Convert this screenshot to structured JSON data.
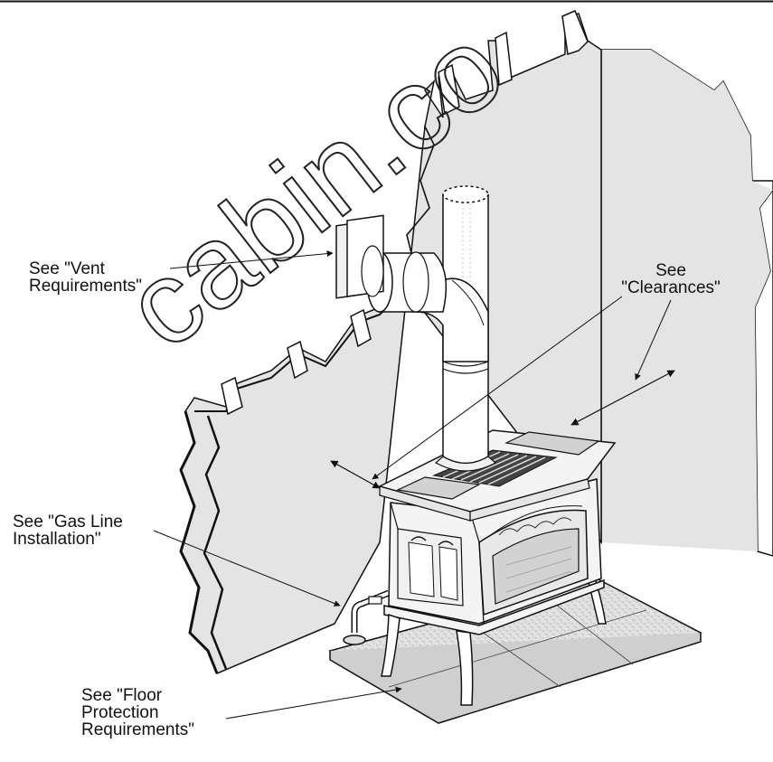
{
  "watermark": "cabin.co",
  "callouts": {
    "vent": {
      "line1": "See \"Vent",
      "line2": "Requirements\""
    },
    "clearances": {
      "line1": "See",
      "line2": "\"Clearances\""
    },
    "gas": {
      "line1": "See \"Gas Line",
      "line2": "Installation\""
    },
    "floor": {
      "line1": "See \"Floor",
      "line2": "Protection",
      "line3": "Requirements\""
    }
  },
  "colors": {
    "wall_fill": "#e4e4e4",
    "line": "#111111",
    "hearth_fill": "#dedede",
    "stove_panel": "#d2d2d2"
  }
}
